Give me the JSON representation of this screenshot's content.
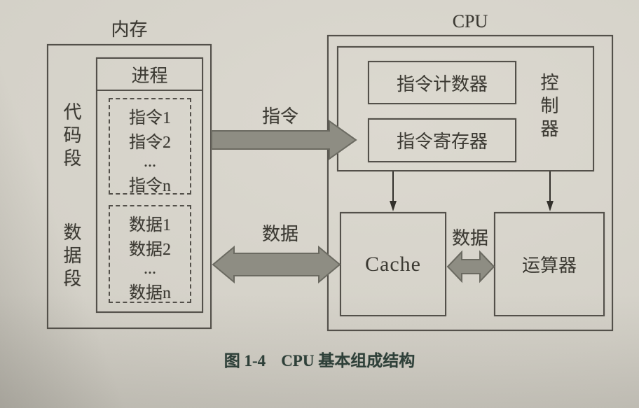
{
  "memory": {
    "title": "内存",
    "code_segment_label": "代码段",
    "data_segment_label": "数据段",
    "process": {
      "title": "进程",
      "instructions": [
        "指令1",
        "指令2",
        "...",
        "指令n"
      ],
      "data_items": [
        "数据1",
        "数据2",
        "...",
        "数据n"
      ]
    }
  },
  "cpu": {
    "title": "CPU",
    "controller": {
      "label": "控制器",
      "instruction_counter": "指令计数器",
      "instruction_register": "指令寄存器"
    },
    "cache_label": "Cache",
    "alu_label": "运算器"
  },
  "arrows": {
    "instruction_label": "指令",
    "data_memory_cache_label": "数据",
    "data_cache_alu_label": "数据"
  },
  "caption": {
    "figure_number": "图 1-4",
    "title": "CPU 基本组成结构"
  },
  "colors": {
    "paper": "#d6d2c9",
    "line": "#53504a",
    "text": "#3c3a33",
    "arrow_fill": "#8e8d83",
    "arrow_stroke": "#6b6a61",
    "caption_text": "#2e4039"
  }
}
